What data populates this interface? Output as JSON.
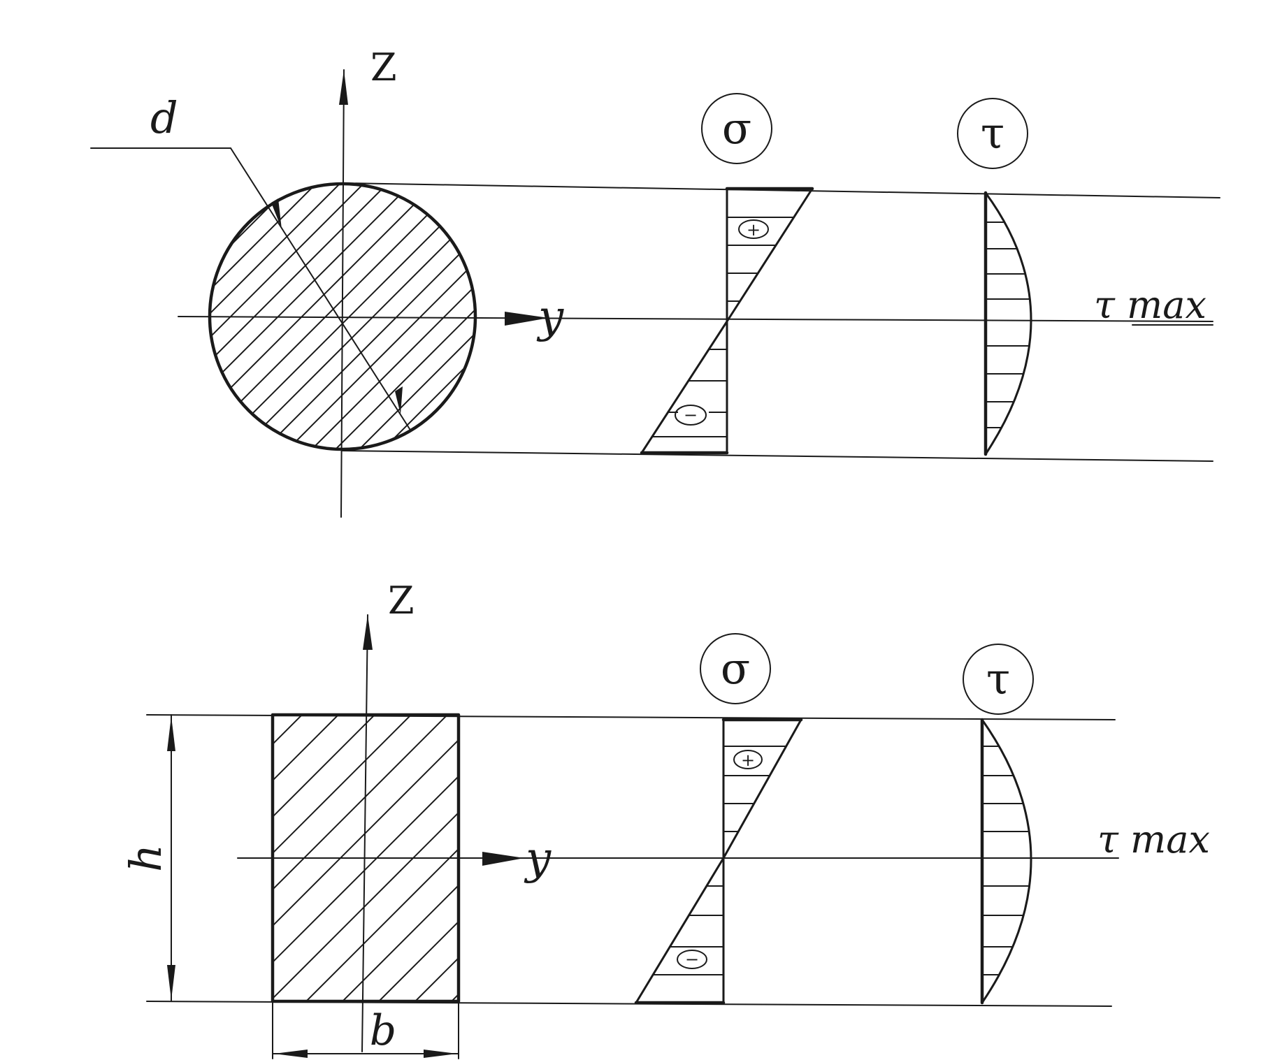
{
  "colors": {
    "ink": "#1a1a1a",
    "paper": "#ffffff"
  },
  "circle_section": {
    "axis_z_label": "Z",
    "axis_y_label": "y",
    "diameter_label": "d",
    "sigma_symbol": "σ",
    "tau_symbol": "τ",
    "plus_sign": "+",
    "minus_sign": "−",
    "tau_max_label": "τ max"
  },
  "rect_section": {
    "axis_z_label": "Z",
    "axis_y_label": "y",
    "height_label": "h",
    "width_label": "b",
    "sigma_symbol": "σ",
    "tau_symbol": "τ",
    "plus_sign": "+",
    "minus_sign": "−",
    "tau_max_label": "τ max"
  }
}
